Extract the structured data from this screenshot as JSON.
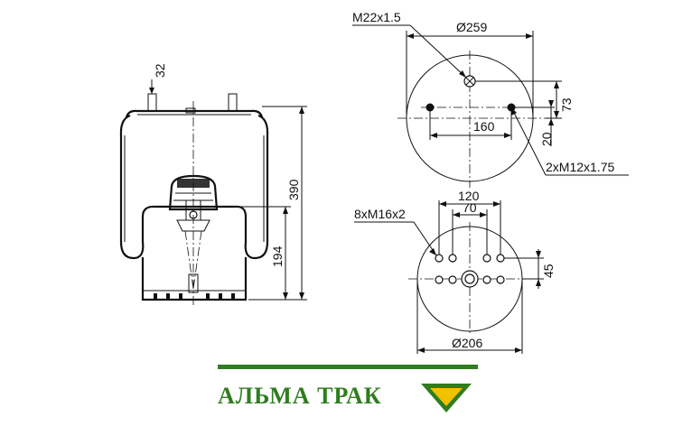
{
  "side_view": {
    "dim_stud": "32",
    "dim_height": "390",
    "dim_piston": "194"
  },
  "top_plate": {
    "air_thread": "M22x1.5",
    "diameter": "Ø259",
    "stud_spacing": "160",
    "offset_a": "73",
    "offset_b": "20",
    "studs": "2xM12x1.75"
  },
  "bottom_plate": {
    "spacing_outer": "120",
    "spacing_inner": "70",
    "threads": "8xM16x2",
    "offset": "45",
    "diameter": "Ø206"
  },
  "brand": {
    "name": "АЛЬМА ТРАК",
    "rule_color": "#2e7d1e",
    "mark_colors": [
      "#f2c200",
      "#2e7d1e"
    ],
    "mark_icon": "chevron-down-icon"
  }
}
